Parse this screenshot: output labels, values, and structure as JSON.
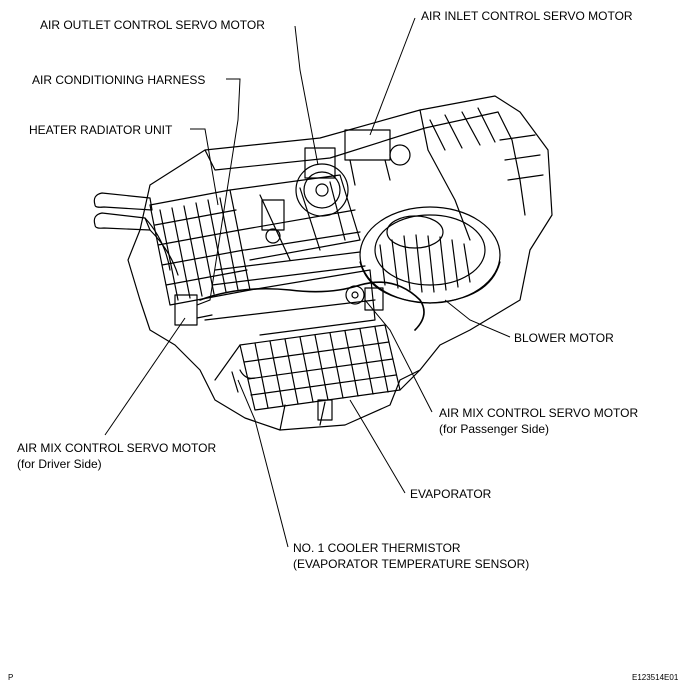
{
  "labels": {
    "air_outlet_servo": "AIR OUTLET CONTROL SERVO MOTOR",
    "air_inlet_servo": "AIR INLET CONTROL SERVO MOTOR",
    "ac_harness": "AIR CONDITIONING HARNESS",
    "heater_radiator": "HEATER RADIATOR UNIT",
    "blower_motor": "BLOWER MOTOR",
    "air_mix_passenger_1": "AIR MIX CONTROL SERVO MOTOR",
    "air_mix_passenger_2": "(for Passenger Side)",
    "air_mix_driver_1": "AIR MIX CONTROL SERVO MOTOR",
    "air_mix_driver_2": "(for Driver Side)",
    "evaporator": "EVAPORATOR",
    "thermistor_1": "NO. 1 COOLER THERMISTOR",
    "thermistor_2": "(EVAPORATOR TEMPERATURE SENSOR)"
  },
  "footer": {
    "page_mark": "P",
    "figure_code": "E123514E01"
  }
}
